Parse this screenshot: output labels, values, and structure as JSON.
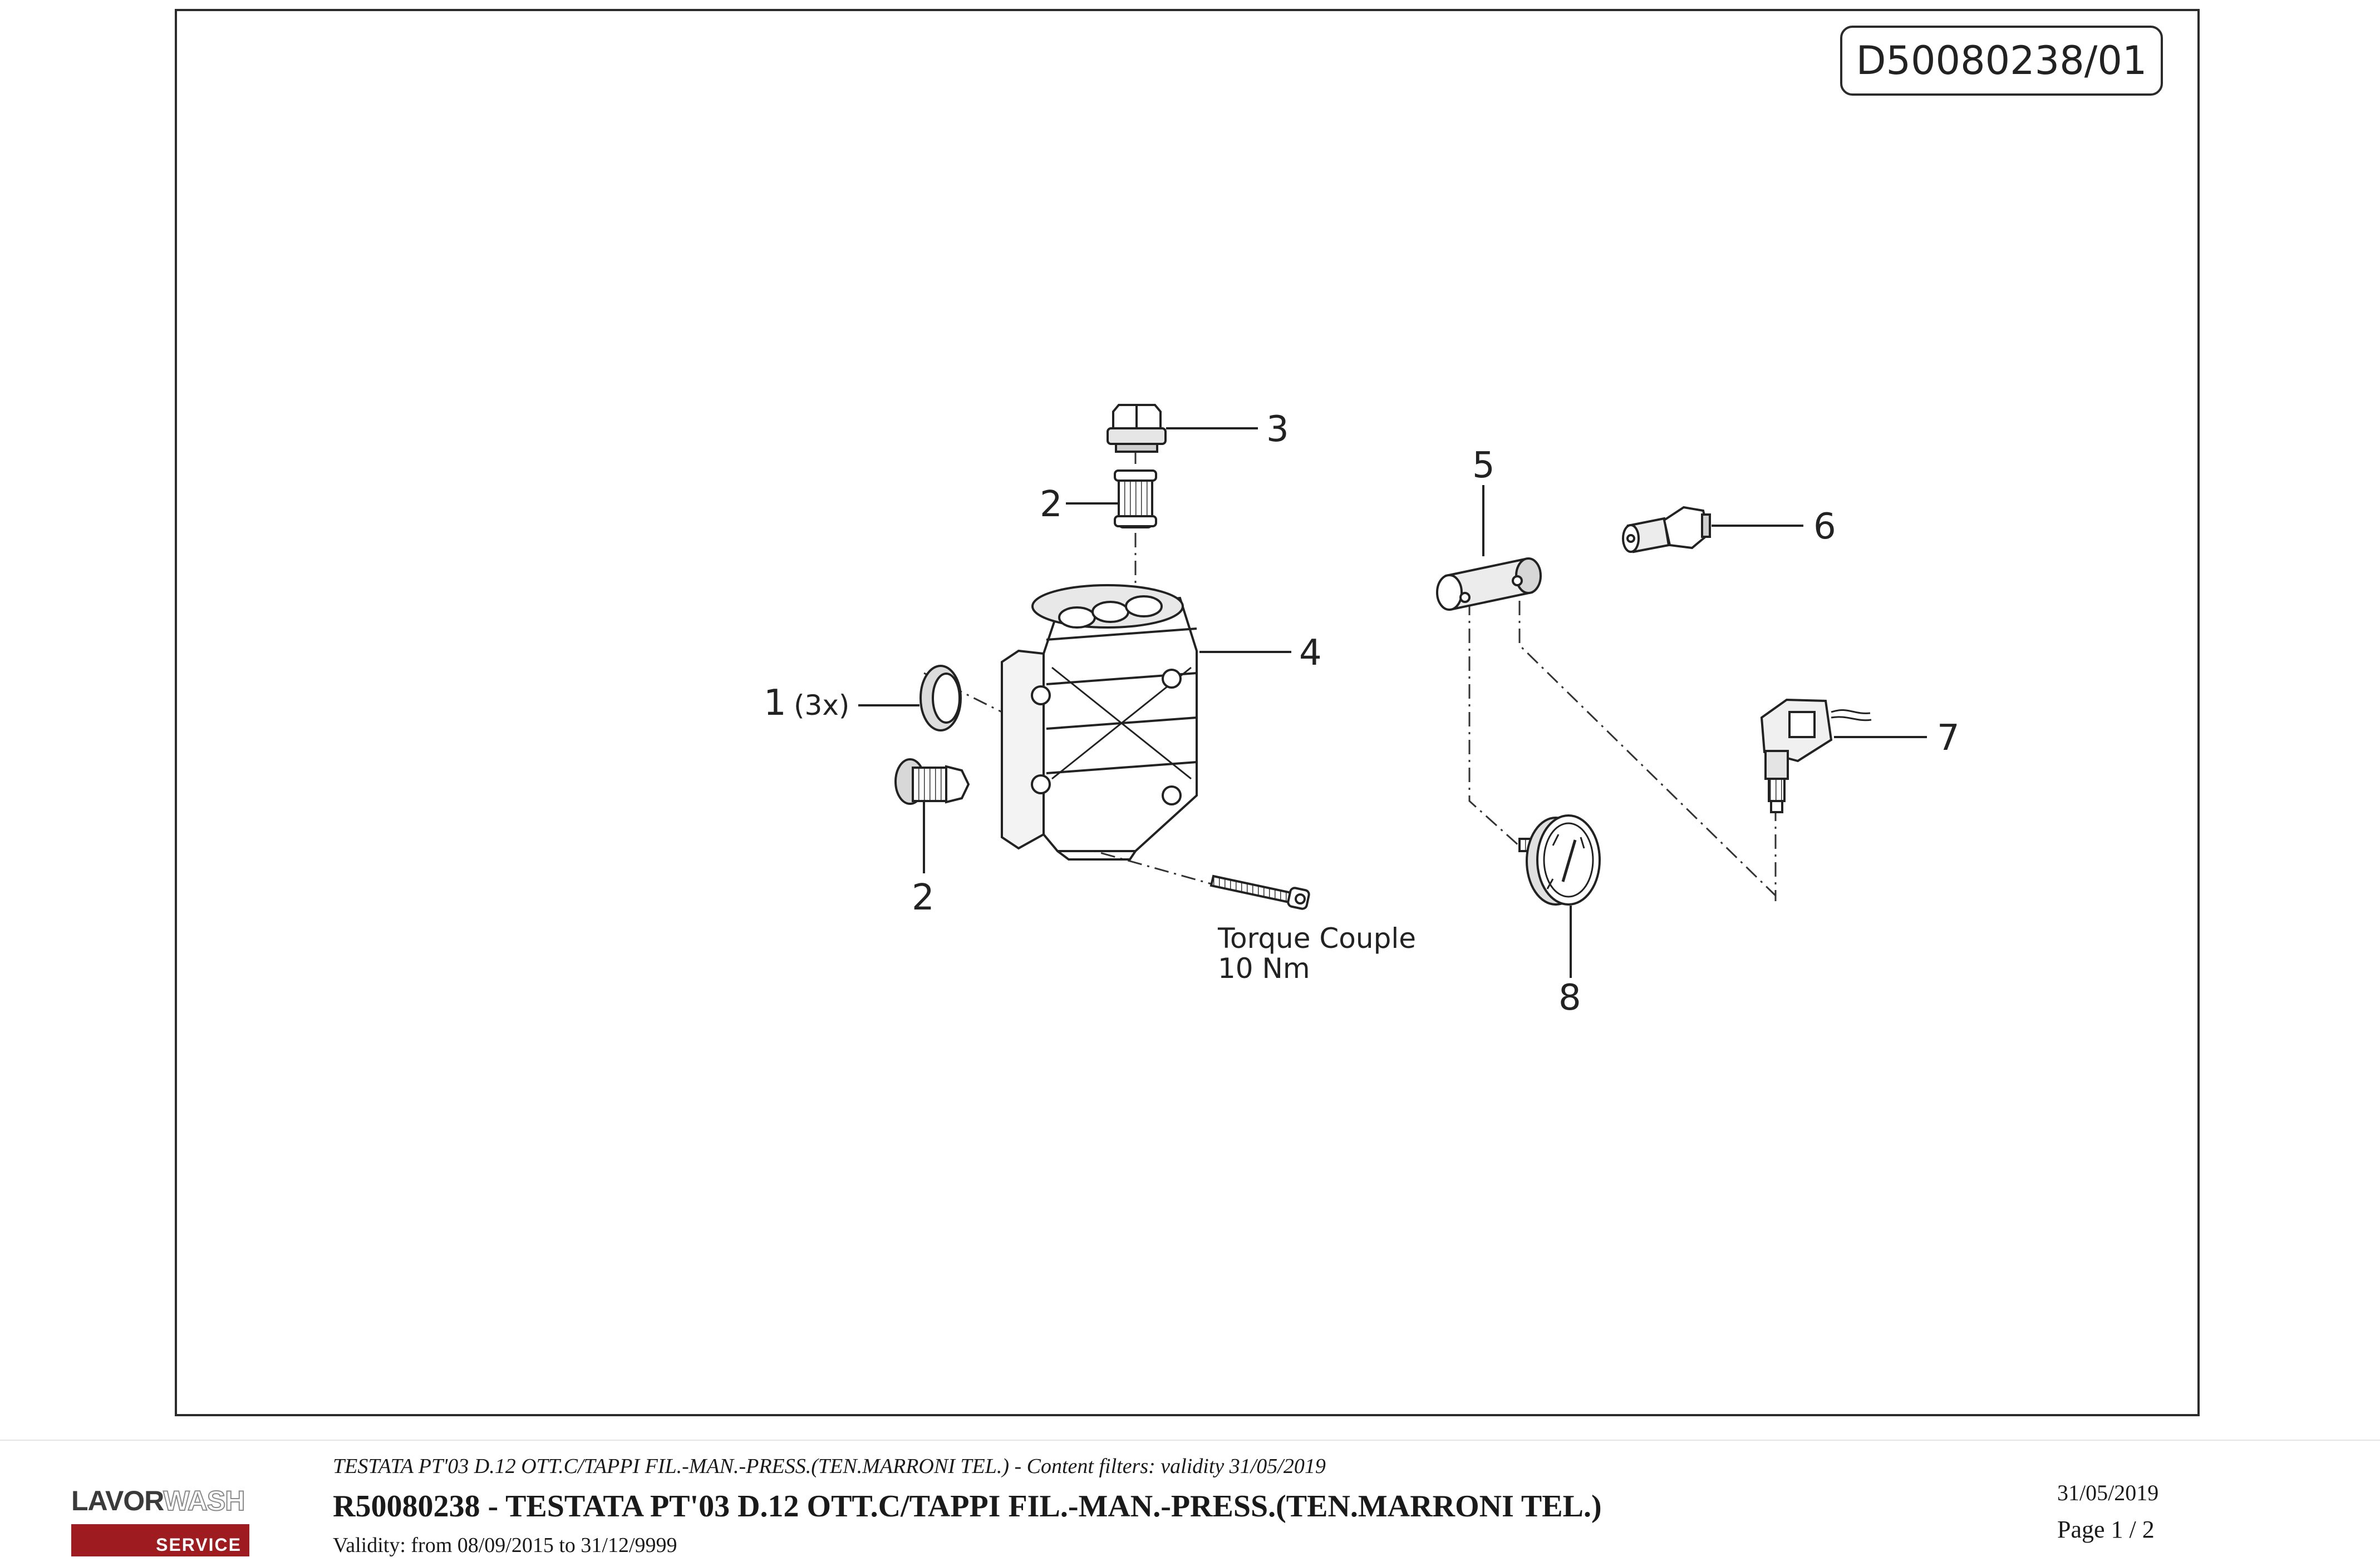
{
  "drawing_code": "D50080238/01",
  "callouts": {
    "c1": "1",
    "c1_qty": "(3x)",
    "c2_top": "2",
    "c2_bottom": "2",
    "c3": "3",
    "c4": "4",
    "c5": "5",
    "c6": "6",
    "c7": "7",
    "c8": "8"
  },
  "torque_note": {
    "line1": "Torque Couple",
    "line2": "10 Nm"
  },
  "footer": {
    "logo_lavor": "LAVOR",
    "logo_wash": "WASH",
    "logo_service": "SERVICE",
    "subtitle": "TESTATA PT'03 D.12 OTT.C/TAPPI FIL.-MAN.-PRESS.(TEN.MARRONI TEL.) - Content filters: validity 31/05/2019",
    "title": "R50080238 - TESTATA PT'03 D.12 OTT.C/TAPPI FIL.-MAN.-PRESS.(TEN.MARRONI TEL.)",
    "validity": "Validity: from 08/09/2015 to 31/12/9999",
    "date": "31/05/2019",
    "page": "Page 1 / 2"
  },
  "colors": {
    "line": "#222222",
    "brand_red": "#9e1b20",
    "border": "#2b2b2b"
  }
}
